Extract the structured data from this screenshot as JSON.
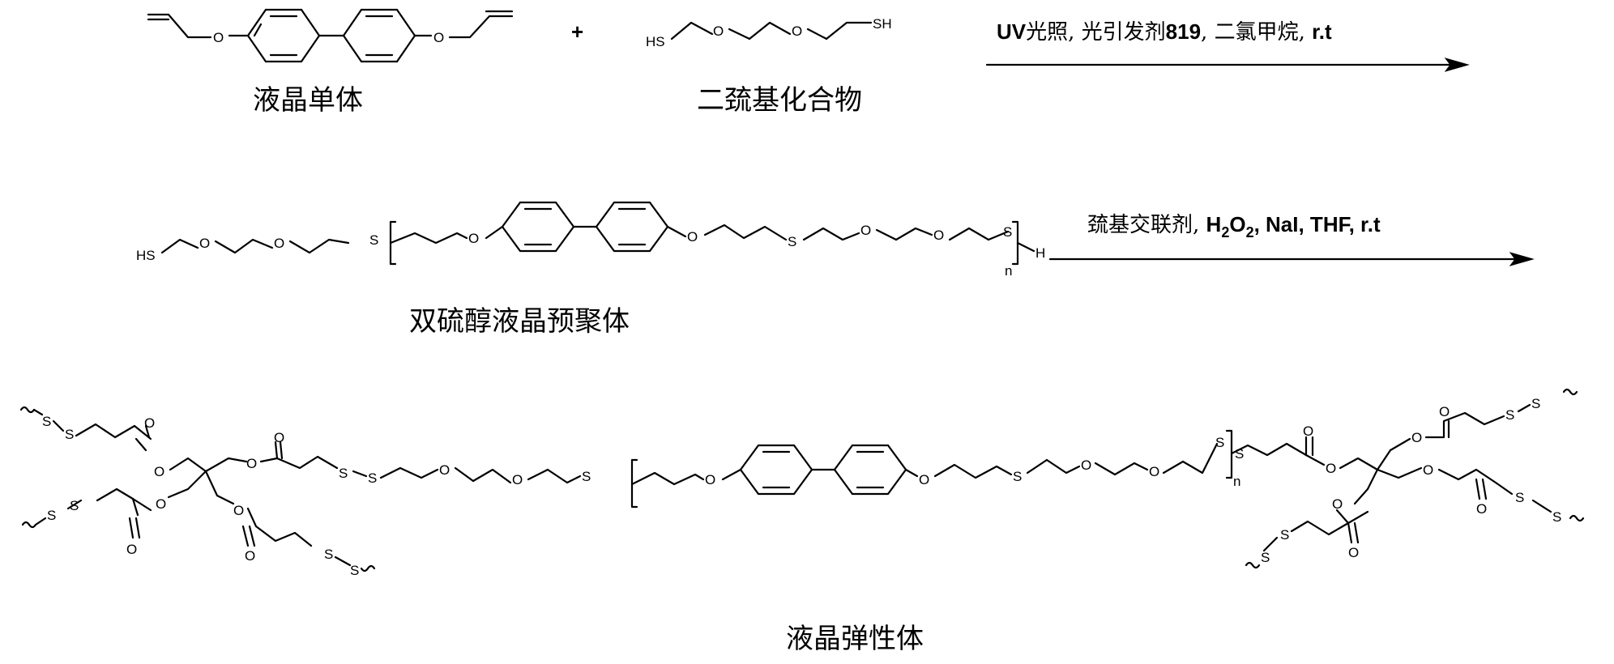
{
  "compounds": {
    "monomer": "液晶单体",
    "dithiol": "二巯基化合物",
    "prepolymer": "双硫醇液晶预聚体",
    "elastomer": "液晶弹性体"
  },
  "plus": "+",
  "step1": {
    "uv": "UV",
    "c1": "光照, 光引发剂",
    "n819": "819",
    "c2": ", 二氯甲烷, ",
    "rt": "r.t"
  },
  "step2": {
    "c1": "巯基交联剂, ",
    "h2o2_h": "H",
    "h2o2_2a": "2",
    "h2o2_o": "O",
    "h2o2_2b": "2",
    "rest": ", NaI, THF, r.t"
  },
  "atoms": {
    "O": "O",
    "S": "S",
    "SH": "SH",
    "HS": "HS",
    "H": "H",
    "n": "n"
  }
}
